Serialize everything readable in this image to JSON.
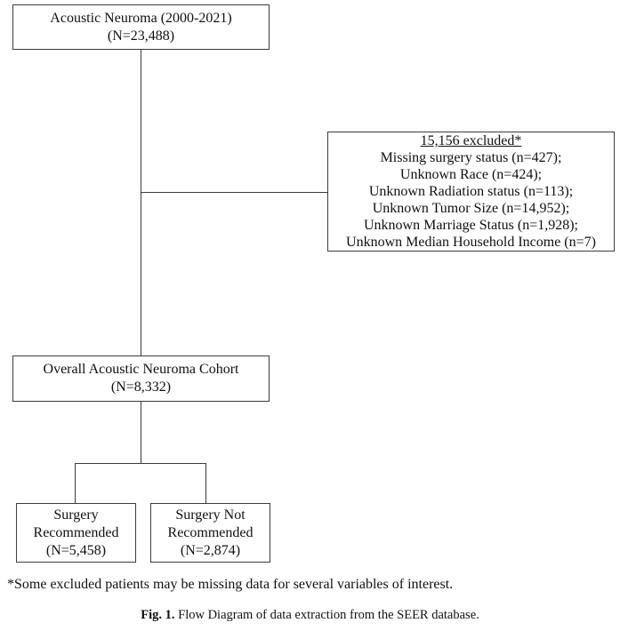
{
  "diagram": {
    "top_box": {
      "line1": "Acoustic Neuroma (2000-2021)",
      "line2": "(N=23,488)"
    },
    "exclusion_box": {
      "header": "15,156 excluded*",
      "items": [
        "Missing surgery status (n=427);",
        "Unknown Race (n=424);",
        "Unknown Radiation status (n=113);",
        "Unknown Tumor Size (n=14,952);",
        "Unknown Marriage Status (n=1,928);",
        "Unknown Median Household Income (n=7)"
      ]
    },
    "cohort_box": {
      "line1": "Overall Acoustic Neuroma Cohort",
      "line2": "(N=8,332)"
    },
    "surgery_box": {
      "line1": "Surgery",
      "line2": "Recommended",
      "line3": "(N=5,458)"
    },
    "no_surgery_box": {
      "line1": "Surgery Not",
      "line2": "Recommended",
      "line3": "(N=2,874)"
    },
    "footnote": "*Some excluded patients may be missing data for several variables of interest.",
    "caption": {
      "label": "Fig. 1.",
      "text": " Flow Diagram of data extraction from the SEER database."
    },
    "colors": {
      "border": "#3c3c3c",
      "text": "#111111",
      "background": "#ffffff"
    }
  }
}
